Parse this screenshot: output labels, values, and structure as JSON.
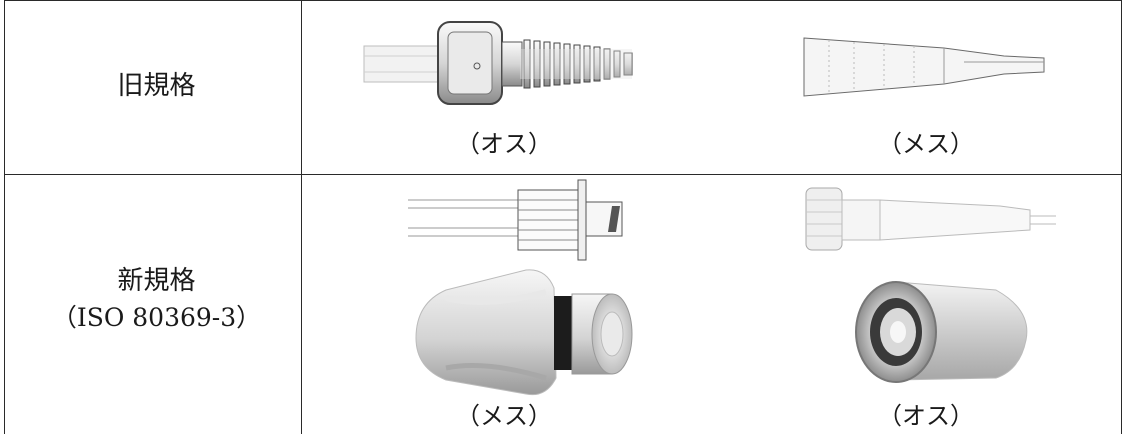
{
  "table": {
    "rows": [
      {
        "label": "旧規格",
        "sublabel": "",
        "items": [
          {
            "caption": "（オス）",
            "image": "old-male-connector"
          },
          {
            "caption": "（メス）",
            "image": "old-female-connector"
          }
        ]
      },
      {
        "label": "新規格",
        "sublabel": "（ISO 80369-3）",
        "items": [
          {
            "caption": "（メス）",
            "image": "new-female-connector"
          },
          {
            "caption": "（オス）",
            "image": "new-male-connector"
          }
        ]
      }
    ]
  }
}
